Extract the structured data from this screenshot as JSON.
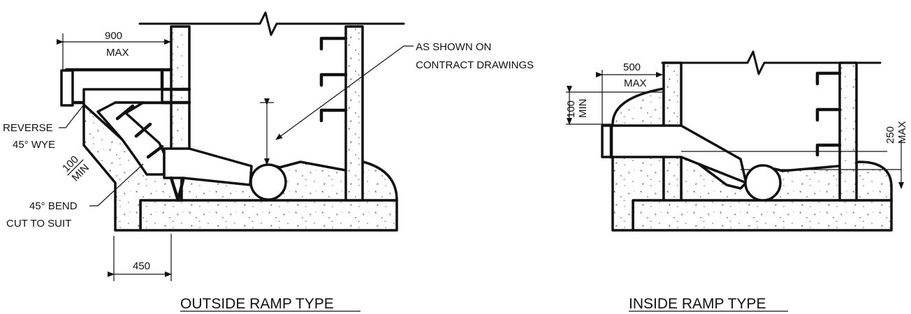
{
  "outside_ramp": {
    "title": "OUTSIDE RAMP TYPE",
    "dim_top_value": "900",
    "dim_top_qualifier": "MAX",
    "label_wye_line1": "REVERSE",
    "label_wye_line2": "45° WYE",
    "dim_slope_value": "100",
    "dim_slope_qualifier": "MIN",
    "label_bend_line1": "45° BEND",
    "label_bend_line2": "CUT TO SUIT",
    "dim_bottom_value": "450",
    "callout_line1": "AS SHOWN ON",
    "callout_line2": "CONTRACT DRAWINGS"
  },
  "inside_ramp": {
    "title": "INSIDE RAMP TYPE",
    "dim_top_value": "500",
    "dim_top_qualifier": "MAX",
    "dim_left_value": "100",
    "dim_left_qualifier": "MIN",
    "dim_right_value": "250",
    "dim_right_qualifier": "MAX"
  }
}
